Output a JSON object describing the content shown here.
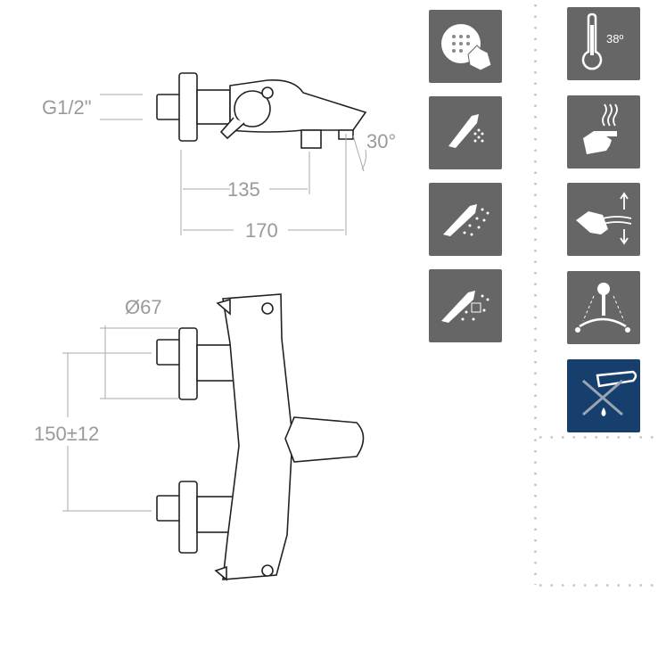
{
  "dimensions": {
    "thread": "G1/2\"",
    "angle": "30°",
    "depth_short": "135",
    "depth_long": "170",
    "flange_diameter": "Ø67",
    "centres": "150±12"
  },
  "icons_left": [
    "round-shower-touch-icon",
    "hand-shower-rain-icon",
    "hand-shower-spray-icon",
    "hand-shower-multi-icon"
  ],
  "icons_right": [
    "thermometer-icon",
    "anti-scald-hand-icon",
    "hand-flow-adjust-icon",
    "hot-cold-lever-icon",
    "no-limescale-icon"
  ],
  "thermo_label": "38º",
  "colors": {
    "icon_bg": "#666666",
    "highlight_bg": "#173f6e",
    "dim_text": "#9a9a9a"
  }
}
